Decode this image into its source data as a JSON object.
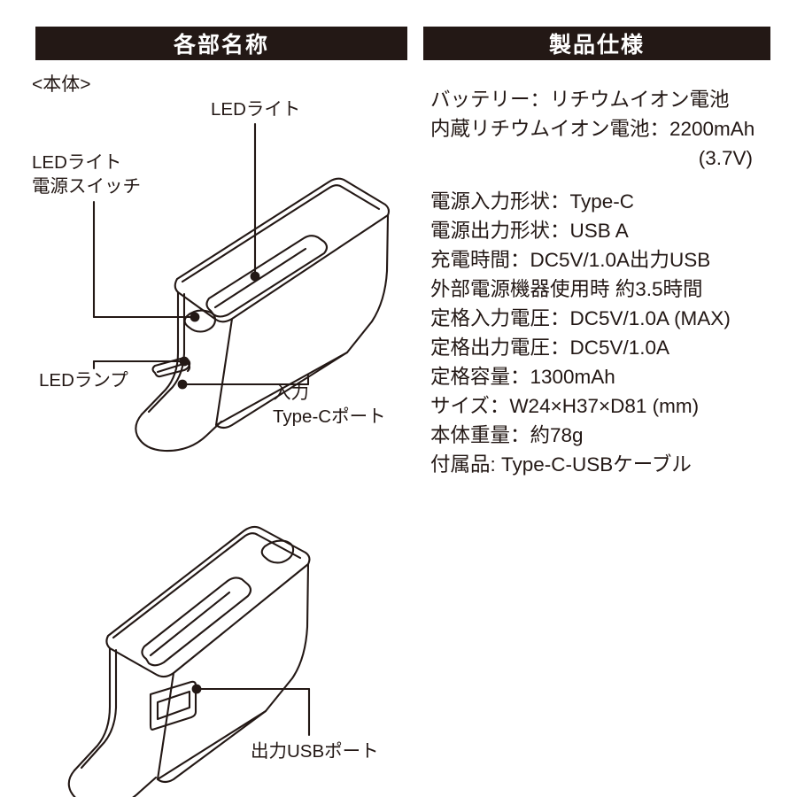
{
  "headers": {
    "left": "各部名称",
    "right": "製品仕様"
  },
  "diagram": {
    "section_label": "<本体>",
    "labels": {
      "led_light": "LEDライト",
      "power_switch_line1": "LEDライト",
      "power_switch_line2": "電源スイッチ",
      "led_lamp": "LEDランプ",
      "input_line1": "入力",
      "input_line2": "Type-Cポート",
      "usb_output": "出力USBポート"
    }
  },
  "specs": {
    "lines": [
      "バッテリー：リチウムイオン電池",
      "内蔵リチウムイオン電池：2200mAh",
      "(3.7V)",
      "電源入力形状：Type-C",
      "電源出力形状：USB A",
      "充電時間：DC5V/1.0A出力USB",
      "外部電源機器使用時 約3.5時間",
      "定格入力電圧：DC5V/1.0A (MAX)",
      "定格出力電圧：DC5V/1.0A",
      "定格容量：1300mAh",
      "サイズ：W24×H37×D81 (mm)",
      "本体重量：約78g",
      "付属品: Type-C-USBケーブル"
    ]
  },
  "colors": {
    "ink": "#231815",
    "paper": "#ffffff"
  }
}
